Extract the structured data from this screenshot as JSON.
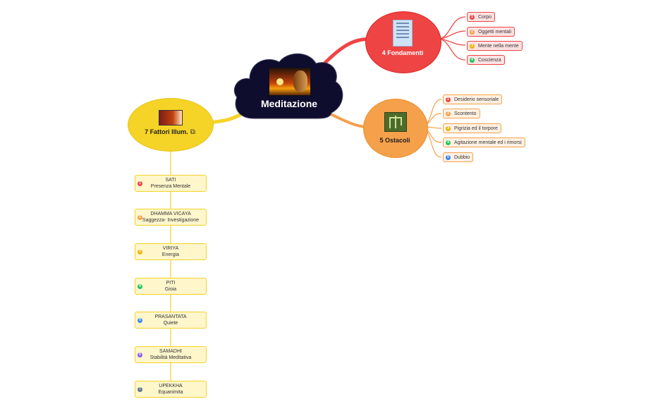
{
  "center": {
    "title": "Meditazione",
    "image": "buddha-sunset-image"
  },
  "branches": {
    "fondamenti": {
      "title": "4 Fondamenti",
      "color": "#ef4444",
      "items": [
        {
          "num": "1",
          "label": "Corpo",
          "badge_color": "#ef4444"
        },
        {
          "num": "2",
          "label": "Oggetti mentali",
          "badge_color": "#f5a04a"
        },
        {
          "num": "3",
          "label": "Mente nella mente",
          "badge_color": "#eab308"
        },
        {
          "num": "4",
          "label": "Coscienza",
          "badge_color": "#22c55e"
        }
      ]
    },
    "ostacoli": {
      "title": "5 Ostacoli",
      "color": "#f5a04a",
      "items": [
        {
          "num": "1",
          "label": "Desiderio sensoriale",
          "badge_color": "#ef4444"
        },
        {
          "num": "2",
          "label": "Scontento",
          "badge_color": "#f5a04a"
        },
        {
          "num": "3",
          "label": "Pigrizia ed il torpore",
          "badge_color": "#eab308"
        },
        {
          "num": "4",
          "label": "Agitazione mentale ed i rimorsi",
          "badge_color": "#22c55e"
        },
        {
          "num": "5",
          "label": "Dubbio",
          "badge_color": "#3b82f6"
        }
      ]
    },
    "fattori": {
      "title": "7 Fattori Illum.",
      "link_icon": "external-link-icon",
      "link_glyph": "⧉",
      "color": "#f5d327",
      "items": [
        {
          "num": "1",
          "line1": "SATI",
          "line2": "Presenza Mentale",
          "badge_color": "#ef4444"
        },
        {
          "num": "2",
          "line1": "DHAMMA VICAYA",
          "line2": "Saggezza- Investigazione",
          "badge_color": "#f5a04a"
        },
        {
          "num": "3",
          "line1": "VIRIYA",
          "line2": "Energia",
          "badge_color": "#eab308"
        },
        {
          "num": "4",
          "line1": "PITI",
          "line2": "Gioia",
          "badge_color": "#22c55e"
        },
        {
          "num": "5",
          "line1": "PRASANTATA",
          "line2": "Quiete",
          "badge_color": "#3b82f6"
        },
        {
          "num": "6",
          "line1": "SAMADHI",
          "line2": "Stabilità Meditativa",
          "badge_color": "#8b5cf6"
        },
        {
          "num": "7",
          "line1": "UPEKKHA",
          "line2": "Equanimita",
          "badge_color": "#64748b"
        }
      ]
    }
  }
}
